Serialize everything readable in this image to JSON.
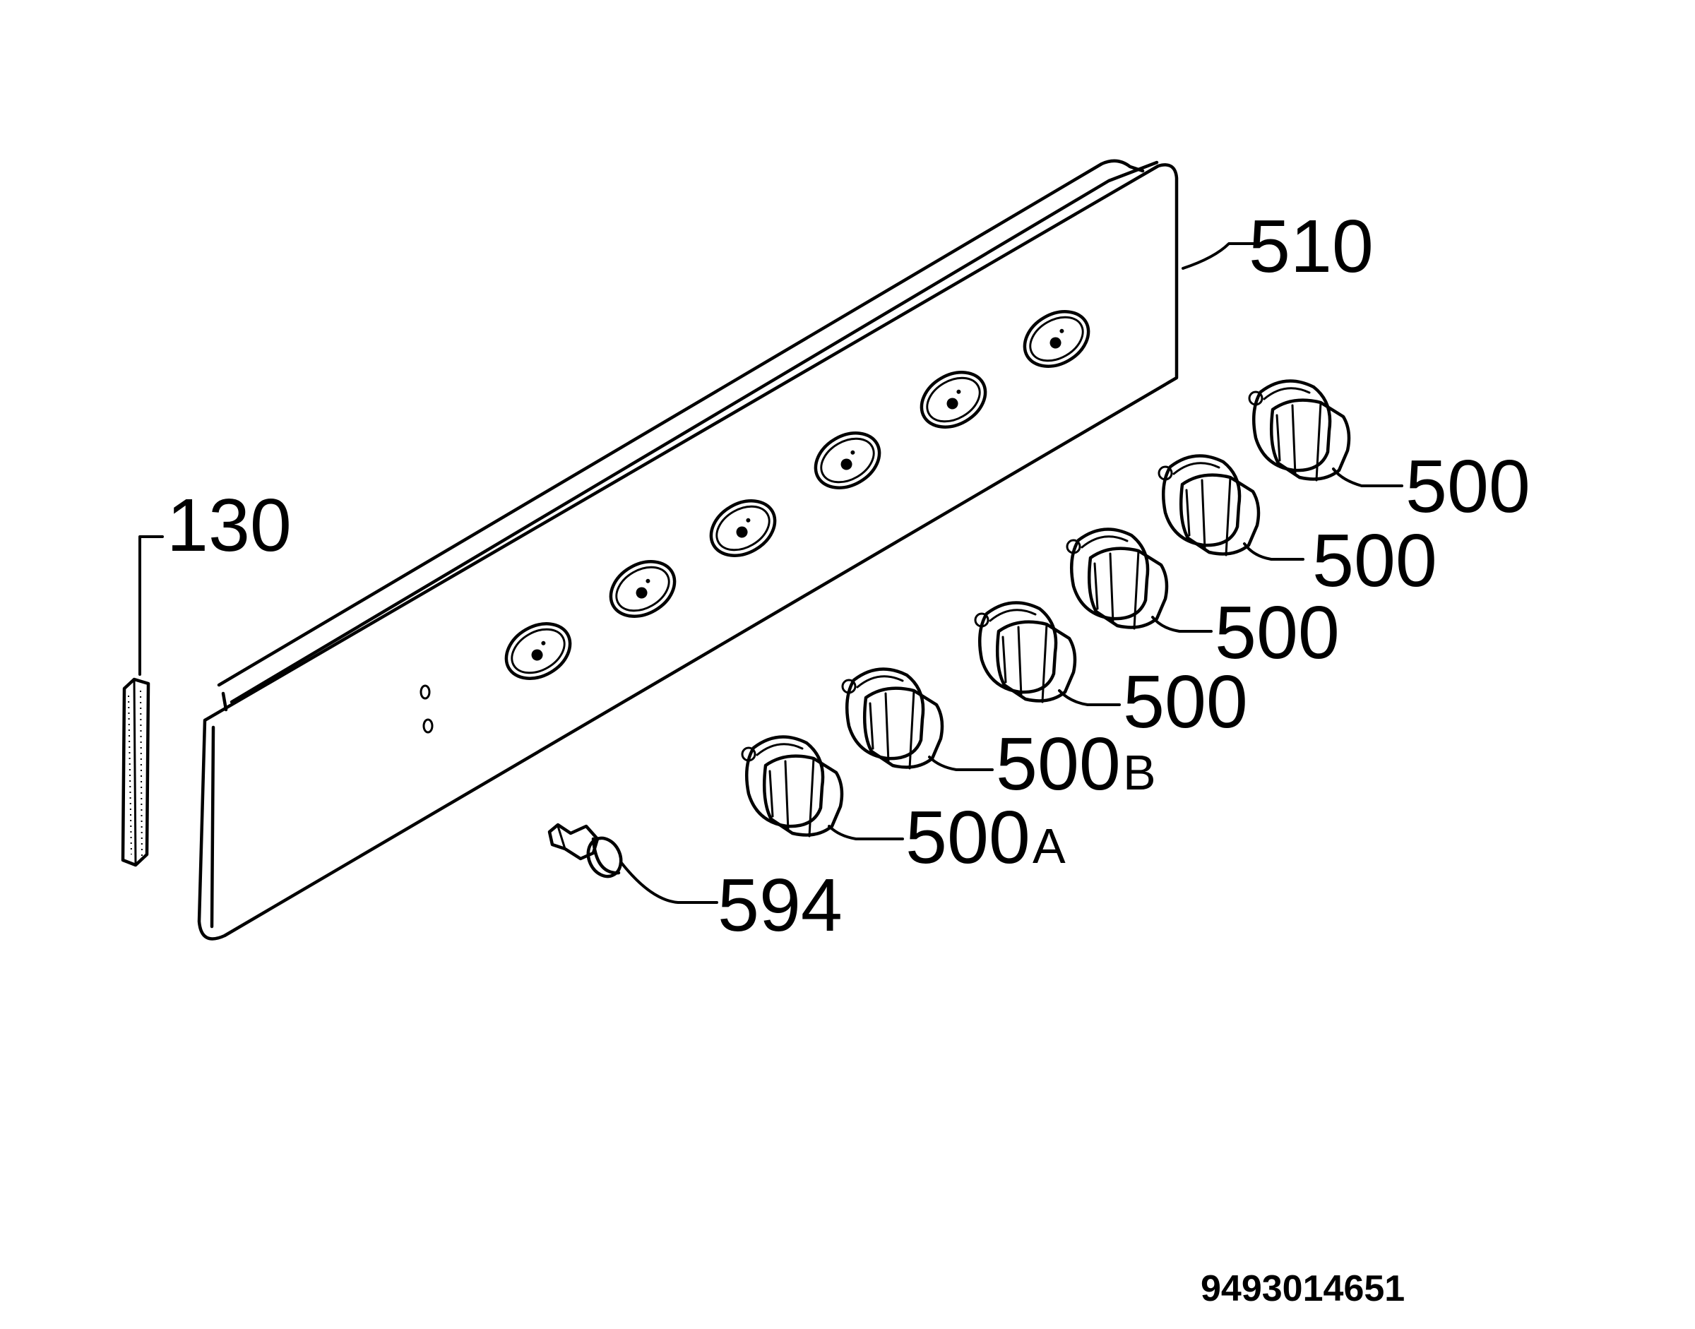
{
  "labels": {
    "panel": "510",
    "strip": "130",
    "knob_1": "500",
    "knob_2": "500",
    "knob_3": "500",
    "knob_4": "500",
    "knob_5": "500",
    "knob_6": "500",
    "knob_5_suffix": "B",
    "knob_6_suffix": "A",
    "button": "594"
  },
  "document_number": "9493014651"
}
